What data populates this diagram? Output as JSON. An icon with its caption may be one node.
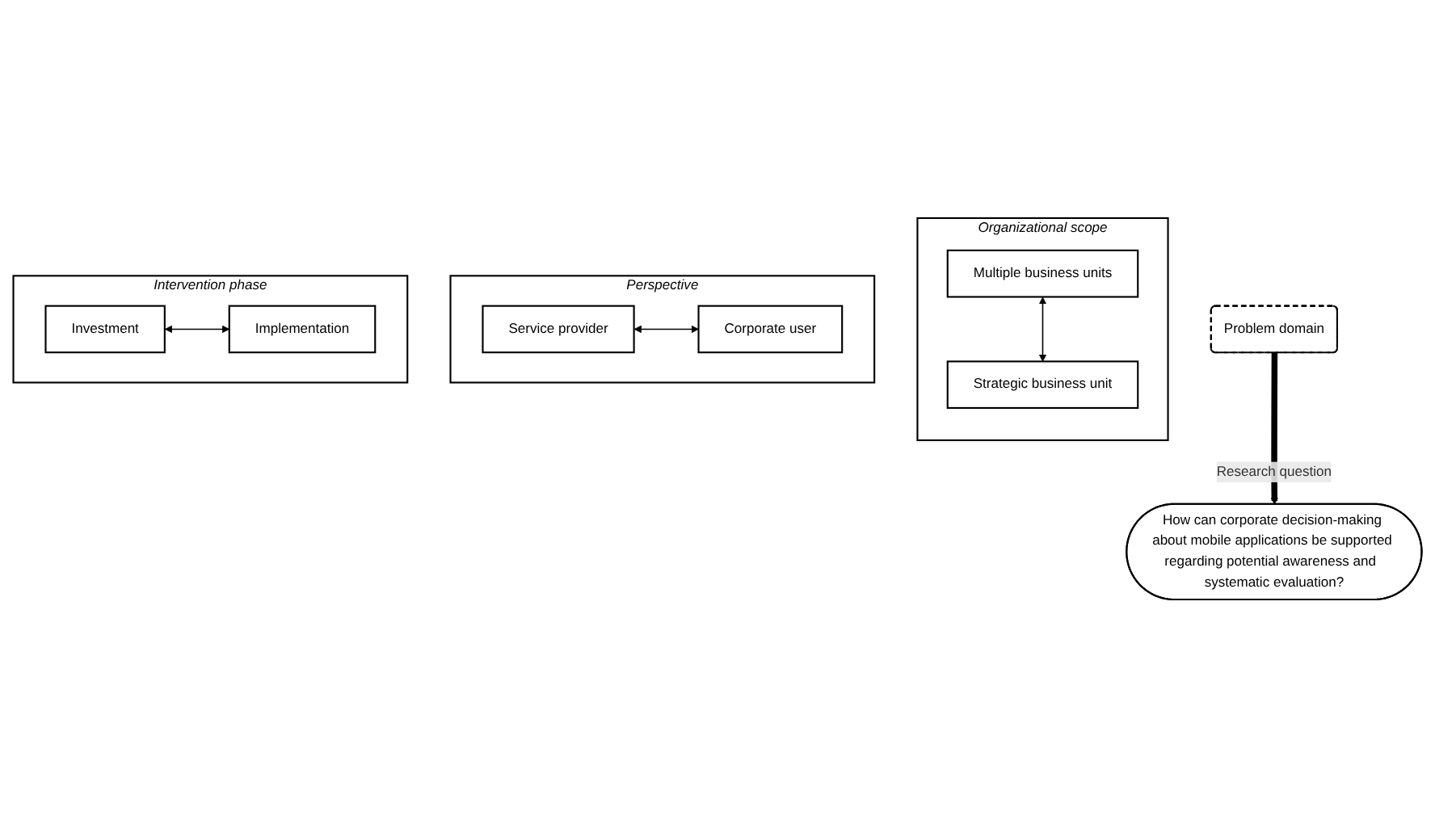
{
  "diagram": {
    "nodes": [
      {
        "text": [
          "Organizational scope"
        ]
      },
      {
        "text": [
          "Multiple business units"
        ],
        "in": 0
      },
      {
        "text": [
          "Strategic business unit"
        ],
        "in": 0
      },
      {
        "text": [
          "Problem domain"
        ]
      },
      {
        "text": [
          "Perspective"
        ]
      },
      {
        "text": [
          "Service provider"
        ],
        "in": 4
      },
      {
        "text": [
          "Corporate user"
        ],
        "in": 4
      },
      {
        "text": [
          "Intervention phase"
        ]
      },
      {
        "text": [
          "Investment"
        ],
        "in": 7
      },
      {
        "text": [
          "Implementation"
        ],
        "in": 7
      },
      {
        "text": [
          "How can corporate decision-making about mobile applications be supported regarding potential awareness and  systematic evaluation?"
        ]
      }
    ],
    "edges": [
      {
        "from": 1,
        "to": 2,
        "arrow": "both"
      },
      {
        "from": 5,
        "to": 6,
        "arrow": "both"
      },
      {
        "from": 8,
        "to": 9,
        "arrow": "both"
      },
      {
        "from": 3,
        "to": 10,
        "arrow": "to",
        "label": "Research question",
        "style": "thick"
      }
    ]
  }
}
